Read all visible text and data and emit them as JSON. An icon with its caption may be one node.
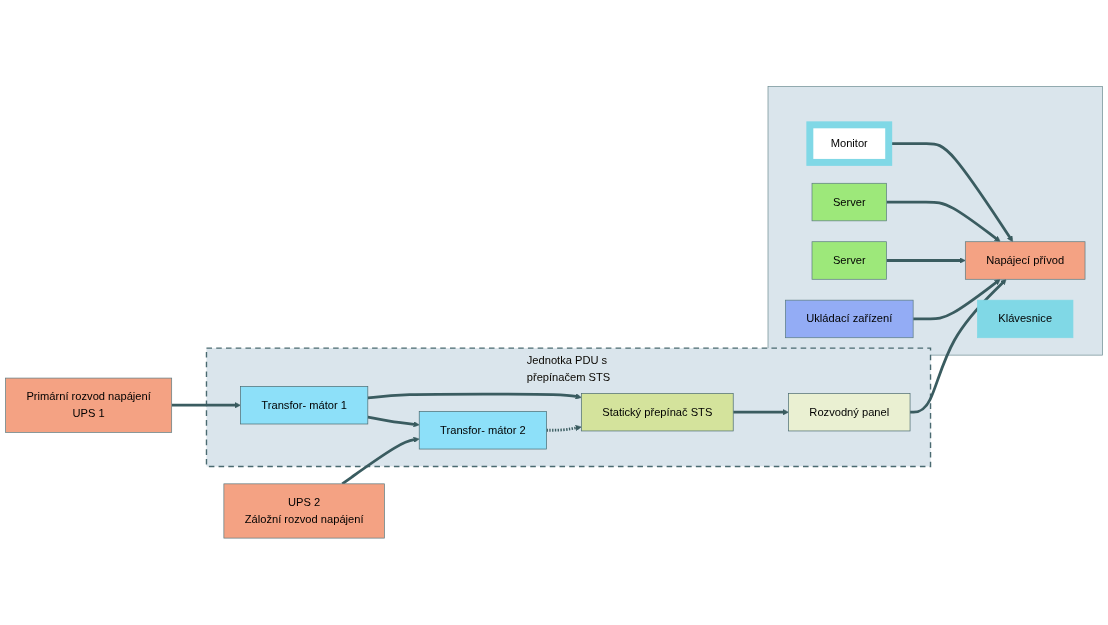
{
  "diagram": {
    "nodes": [
      {
        "text": [
          "Primární rozvod napájení",
          "UPS 1"
        ]
      },
      {
        "text": [
          "UPS 2",
          "Záložní rozvod napájení"
        ]
      },
      {
        "text": [
          "Jednotka PDU s přepínačem STS"
        ]
      },
      {
        "text": [
          "Transfor- mátor 1"
        ],
        "in": 2
      },
      {
        "text": [
          "Transfor- mátor 2"
        ],
        "in": 2
      },
      {
        "text": [
          "Statický přepínač STS"
        ],
        "in": 2
      },
      {
        "text": [
          "Rozvodný panel"
        ],
        "in": 2
      },
      {
        "text": [],
        "shape": "box"
      },
      {
        "text": [
          "Napájecí přívod"
        ],
        "in": 7
      },
      {
        "text": [
          "Monitor"
        ],
        "in": 7
      },
      {
        "text": [
          "Klávesnice"
        ],
        "in": 7
      },
      {
        "text": [
          "Server"
        ],
        "in": 7
      },
      {
        "text": [
          "Server"
        ],
        "in": 7
      },
      {
        "text": [
          "Ukládací zařízení"
        ],
        "in": 7
      }
    ],
    "edges": [
      {
        "from": 0,
        "to": 3,
        "arrow": "to"
      },
      {
        "from": 1,
        "to": 4,
        "arrow": "to"
      },
      {
        "from": 3,
        "to": 5,
        "arrow": "to"
      },
      {
        "from": 3,
        "to": 4,
        "arrow": "to"
      },
      {
        "from": 4,
        "to": 5,
        "arrow": "to",
        "style": "dashed"
      },
      {
        "from": 5,
        "to": 6,
        "arrow": "to"
      },
      {
        "from": 6,
        "to": 8,
        "arrow": "to"
      },
      {
        "from": 9,
        "to": 8,
        "arrow": "to"
      },
      {
        "from": 11,
        "to": 8,
        "arrow": "to"
      },
      {
        "from": 12,
        "to": 8,
        "arrow": "to"
      },
      {
        "from": 13,
        "to": 8,
        "arrow": "to"
      }
    ]
  }
}
